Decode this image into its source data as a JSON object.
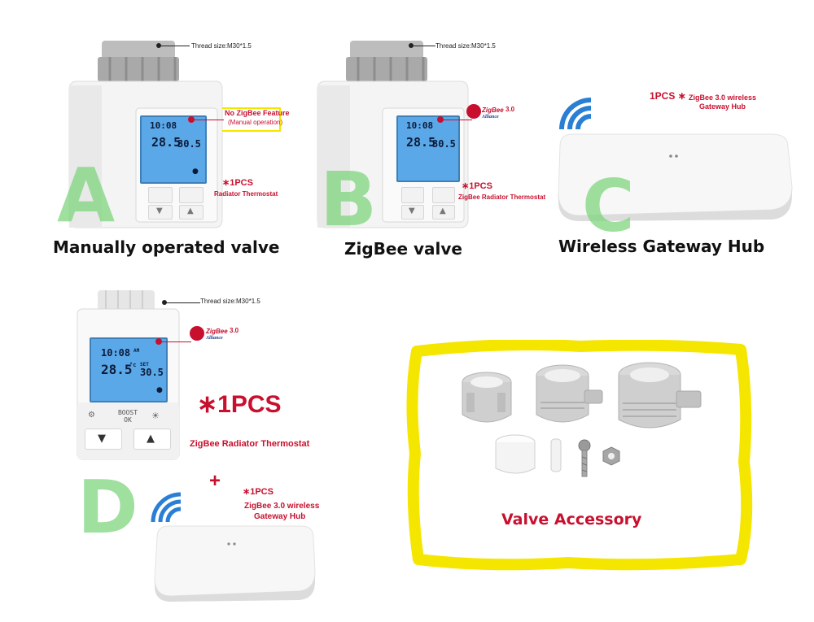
{
  "thread_label": "Thread size:M30*1.5",
  "option_a": {
    "letter": "A",
    "caption": "Manually operated valve",
    "feature_line1": "No ZigBee Feature",
    "feature_line2": "(Manual operation)",
    "qty": "1PCS",
    "product": "Radiator Thermostat"
  },
  "option_b": {
    "letter": "B",
    "caption": "ZigBee valve",
    "logo_text": "ZigBee",
    "logo_ver": "3.0",
    "logo_sub": "Alliance",
    "qty": "1PCS",
    "product": "ZigBee Radiator Thermostat"
  },
  "option_c": {
    "letter": "C",
    "caption": "Wireless Gateway Hub",
    "qty": "1PCS",
    "product_line1": "ZigBee 3.0 wireless",
    "product_line2": "Gateway Hub"
  },
  "option_d": {
    "letter": "D",
    "logo_text": "ZigBee",
    "logo_ver": "3.0",
    "logo_sub": "Alliance",
    "qty": "1PCS",
    "product": "ZigBee Radiator Thermostat",
    "plus": "+",
    "hub_qty": "1PCS",
    "hub_line1": "ZigBee 3.0 wireless",
    "hub_line2": "Gateway Hub"
  },
  "accessory": {
    "caption": "Valve Accessory"
  },
  "display": {
    "time": "10:08",
    "ampm": "AM",
    "current_temp": "28.5",
    "set_label": "SET",
    "set_temp": "30.5",
    "unit": "°c",
    "boost": "BOOST",
    "ok": "OK"
  },
  "colors": {
    "letter_green": "#7fd67f",
    "accent_red": "#c8102e",
    "lcd_blue": "#5aa8e8",
    "wifi_blue": "#2a7fd4",
    "highlight_yellow": "#f5e600"
  }
}
